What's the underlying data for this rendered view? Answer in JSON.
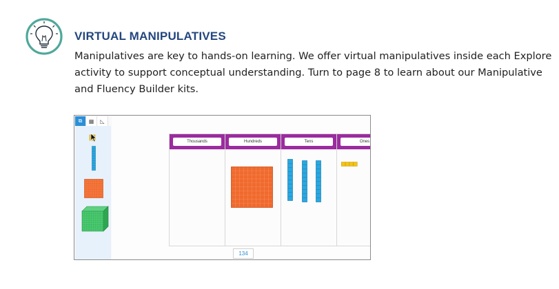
{
  "section": {
    "icon": "lightbulb-icon",
    "heading": "VIRTUAL MANIPULATIVES",
    "body_lines": [
      "Manipulatives are key to hands-on learning. We offer virtual manipulatives inside each Explore",
      "activity to support conceptual understanding. Turn to page 8 to learn about our Manipulative",
      "and Fluency Builder kits."
    ]
  },
  "app": {
    "tool_tabs": [
      {
        "icon": "blocks-icon",
        "glyph": "⧉",
        "active": true
      },
      {
        "icon": "grid-icon",
        "glyph": "▦",
        "active": false
      },
      {
        "icon": "ruler-icon",
        "glyph": "◺",
        "active": false
      }
    ],
    "palette": [
      "unit-cube",
      "ten-rod",
      "hundred-flat",
      "thousand-cube"
    ],
    "columns": [
      {
        "label": "Thousands",
        "content": "empty"
      },
      {
        "label": "Hundreds",
        "content": "1 hundred flat"
      },
      {
        "label": "Tens",
        "content": "3 ten rods"
      },
      {
        "label": "Ones",
        "content": "4 unit cubes"
      }
    ],
    "value": {
      "hundreds": 1,
      "tens": 3,
      "ones": 4
    },
    "total": "134"
  },
  "colors": {
    "heading": "#23467f",
    "badge_ring": "#4fa89a",
    "header_bar": "#9b2c9f",
    "hundred_flat": "#f06a2d",
    "ten_rod": "#2aa7e0",
    "unit_cube": "#f3c31a",
    "thousand_cube": "#3bbf62",
    "accent": "#2a8fd8"
  }
}
